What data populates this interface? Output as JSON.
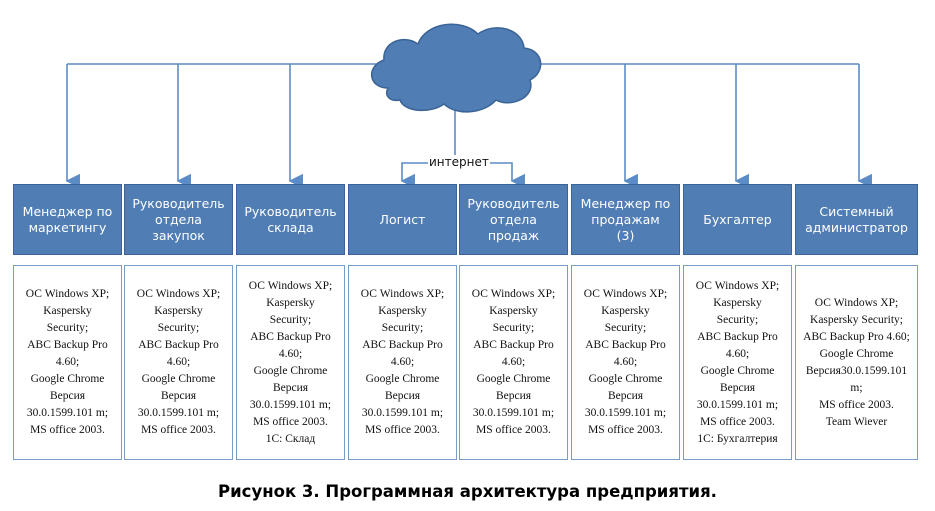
{
  "diagram": {
    "internet_label": "интернет",
    "caption": "Рисунок 3. Программная архитектура предприятия.",
    "colors": {
      "role_box_fill": "#4f7db4",
      "line_color": "#5b8cc6",
      "cloud_fill": "#4f7db4"
    },
    "icons": {
      "cloud": "cloud-icon"
    },
    "nodes": [
      {
        "role": "Менеджер по\nмаркетингу",
        "software": "ОС Windows XP;\nKaspersky\nSecurity;\nABC Backup Pro\n4.60;\nGoogle Chrome\nВерсия\n30.0.1599.101 m;\nMS office 2003."
      },
      {
        "role": "Руководитель\nотдела\nзакупок",
        "software": "ОС Windows XP;\nKaspersky\nSecurity;\nABC Backup Pro\n4.60;\nGoogle Chrome\nВерсия\n30.0.1599.101 m;\nMS office 2003."
      },
      {
        "role": "Руководитель\nсклада",
        "software": "ОС Windows XP;\nKaspersky\nSecurity;\nABC Backup Pro\n4.60;\nGoogle Chrome\nВерсия\n30.0.1599.101 m;\nMS office 2003.\n1С: Склад"
      },
      {
        "role": "Логист",
        "software": "ОС Windows XP;\nKaspersky\nSecurity;\nABC Backup Pro\n4.60;\nGoogle Chrome\nВерсия\n30.0.1599.101 m;\nMS office 2003."
      },
      {
        "role": "Руководитель\nотдела\nпродаж",
        "software": "ОС Windows XP;\nKaspersky\nSecurity;\nABC Backup Pro\n4.60;\nGoogle Chrome\nВерсия\n30.0.1599.101 m;\nMS office 2003."
      },
      {
        "role": "Менеджер по\nпродажам\n(3)",
        "software": "ОС Windows XP;\nKaspersky\nSecurity;\nABC Backup Pro\n4.60;\nGoogle Chrome\nВерсия\n30.0.1599.101 m;\nMS office 2003."
      },
      {
        "role": "Бухгалтер",
        "software": "ОС Windows XP;\nKaspersky\nSecurity;\nABC Backup Pro\n4.60;\nGoogle Chrome\nВерсия\n30.0.1599.101 m;\nMS office 2003.\n1С: Бухгалтерия"
      },
      {
        "role": "Системный\nадминистратор",
        "software": "ОС Windows XP;\nKaspersky Security;\nABC Backup Pro 4.60;\nGoogle Chrome\nВерсия30.0.1599.101\nm;\nMS office 2003.\nTeam Wiever"
      }
    ]
  }
}
